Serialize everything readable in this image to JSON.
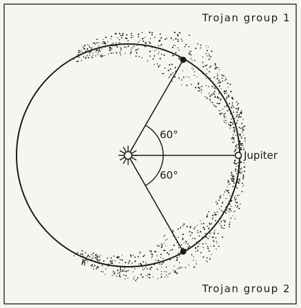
{
  "labels": {
    "group1": "Trojan group 1",
    "group2": "Trojan group 2",
    "planet": "Jupiter",
    "angle_upper": "60°",
    "angle_lower": "60°"
  },
  "diagram": {
    "separation_angle_deg": 60
  },
  "colors": {
    "ink": "#1a1a1a",
    "paper": "#f7f5f0"
  }
}
